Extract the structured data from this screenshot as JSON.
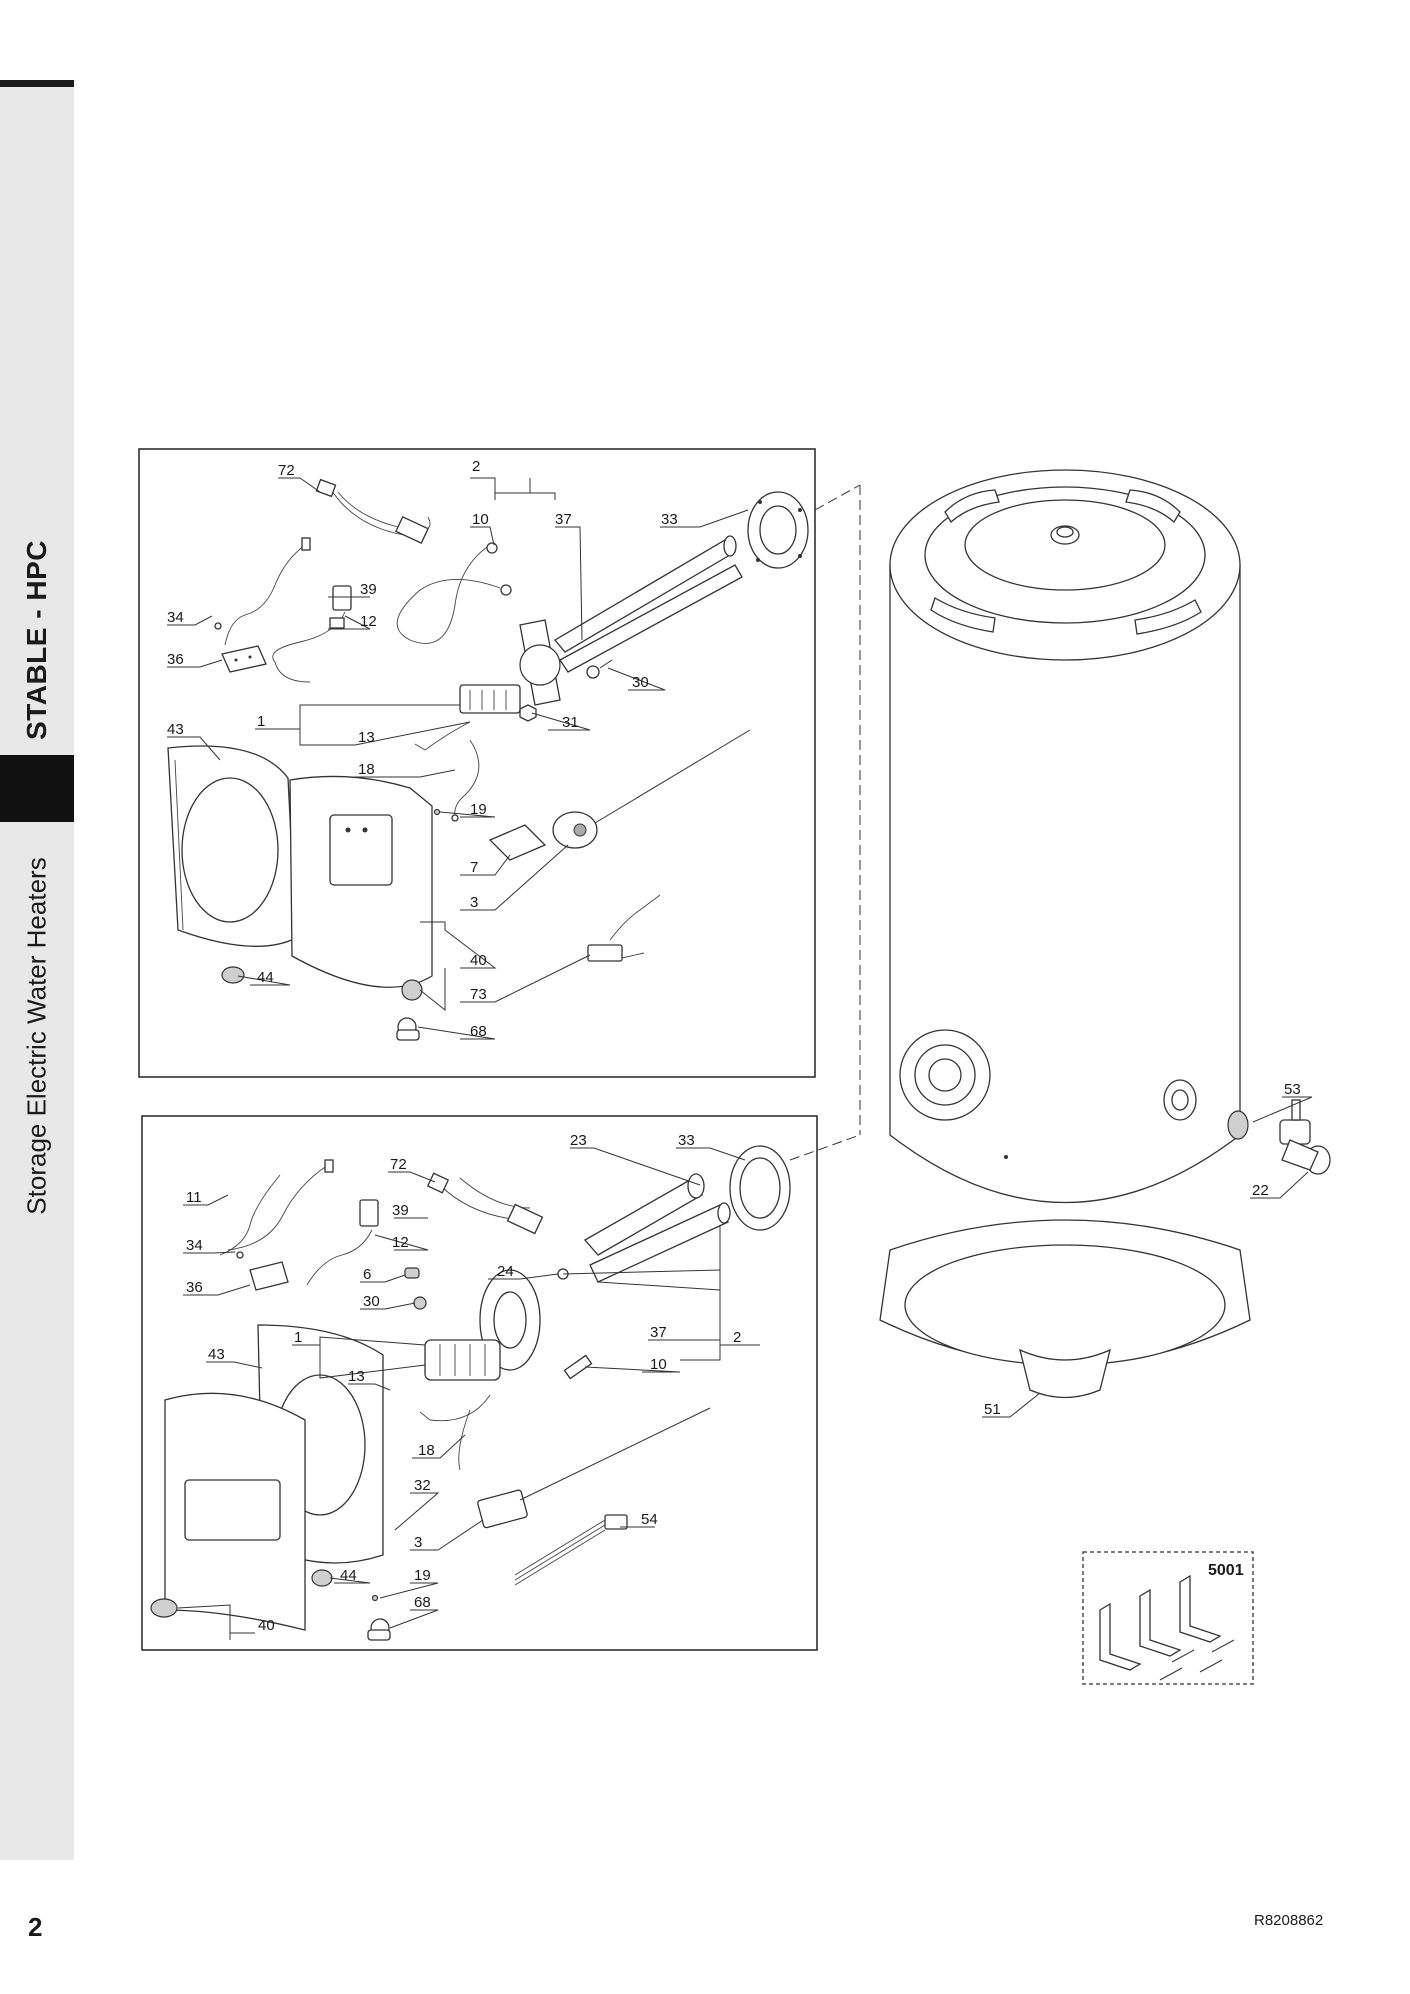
{
  "sidebar": {
    "product_title": "STABLE - HPC",
    "category": "Storage Electric Water Heaters"
  },
  "footer": {
    "page_number": "2",
    "document_ref": "R8208862"
  },
  "panel_top": {
    "callouts": [
      "72",
      "2",
      "10",
      "37",
      "33",
      "39",
      "34",
      "12",
      "36",
      "30",
      "1",
      "31",
      "43",
      "13",
      "18",
      "19",
      "7",
      "3",
      "40",
      "44",
      "73",
      "68"
    ]
  },
  "panel_bottom": {
    "callouts": [
      "23",
      "33",
      "11",
      "72",
      "39",
      "34",
      "12",
      "6",
      "24",
      "36",
      "30",
      "37",
      "2",
      "1",
      "43",
      "10",
      "13",
      "18",
      "32",
      "3",
      "54",
      "44",
      "19",
      "68",
      "40"
    ]
  },
  "tank": {
    "callouts": [
      "53",
      "22",
      "51"
    ]
  },
  "kit": {
    "label": "5001"
  }
}
